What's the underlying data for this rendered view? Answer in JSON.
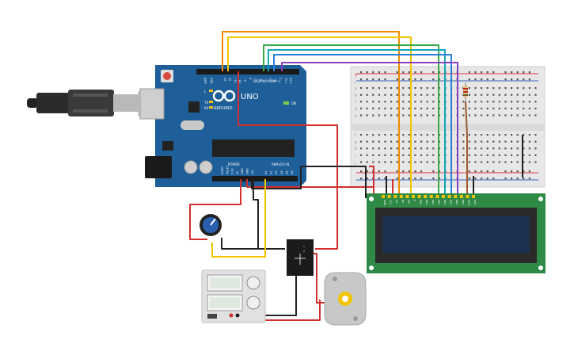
{
  "arduino": {
    "model_label": "UNO",
    "brand_label": "ARDUINO",
    "digital_label": "DIGITAL (PWM ~)",
    "power_label": "POWER",
    "analog_label": "ANALOG IN",
    "tx_label": "TX",
    "rx_label": "RX",
    "l_label": "L",
    "on_label": "ON",
    "aref_label": "AREF",
    "gnd_label": "GND",
    "power_pins": [
      "IOREF",
      "RESET",
      "3.3V",
      "5V",
      "GND",
      "GND",
      "Vin"
    ],
    "analog_pins": [
      "A0",
      "A1",
      "A2",
      "A3",
      "A4",
      "A5"
    ],
    "digital_pins": [
      "13",
      "12",
      "~11",
      "~10",
      "~9",
      "8",
      "7",
      "~6",
      "~5",
      "4",
      "~3",
      "2",
      "TX 1",
      "RX 0"
    ]
  },
  "lcd": {
    "pins": [
      "GND",
      "VCC",
      "V0",
      "RS",
      "RW",
      "E",
      "DB0",
      "DB1",
      "DB2",
      "DB3",
      "DB4",
      "DB5",
      "DB6",
      "DB7",
      "LED+",
      "LED-"
    ]
  },
  "breadboard": {
    "rail_plus": "+",
    "rail_minus": "-",
    "row_letters": [
      "a",
      "b",
      "c",
      "d",
      "e",
      "f",
      "g",
      "h",
      "i",
      "j"
    ]
  },
  "colors": {
    "board_blue": "#1e5f99",
    "wire_red": "#d32f2f",
    "wire_black": "#222222",
    "wire_orange": "#ef8a00",
    "wire_yellow": "#f2c500",
    "wire_green": "#37a845",
    "wire_teal": "#13a5b8",
    "wire_blue": "#2a7fd6",
    "wire_purple": "#8a3fbf",
    "wire_brown": "#9c5a2a",
    "lcd_green": "#2f8a46",
    "lcd_screen": "#1d3152"
  }
}
